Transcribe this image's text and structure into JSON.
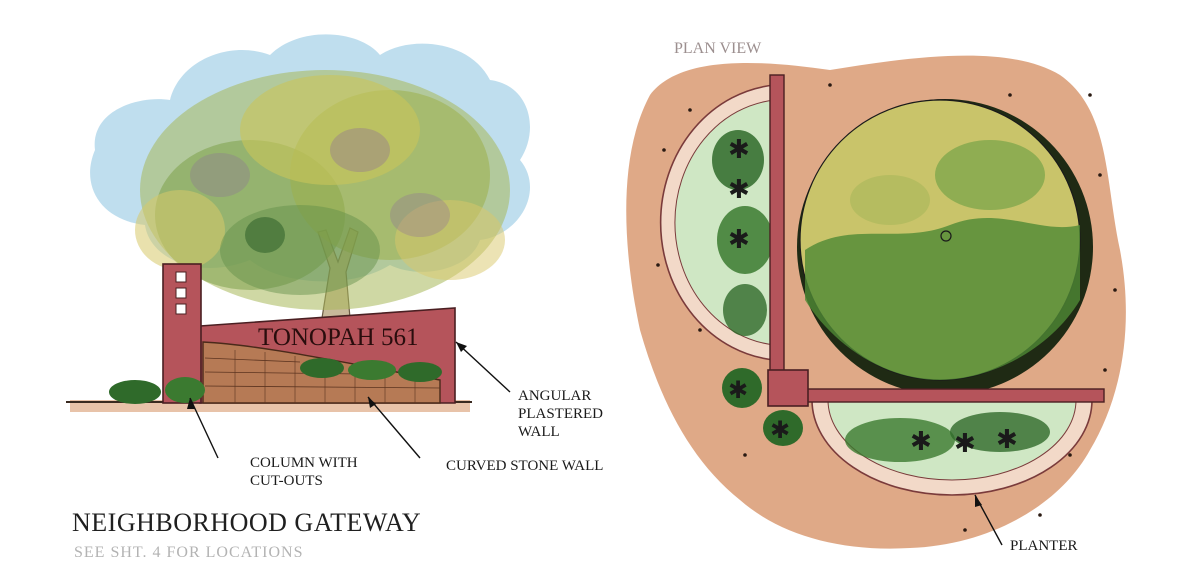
{
  "sign": {
    "text": "TONOPAH 561"
  },
  "plan": {
    "heading": "PLAN VIEW"
  },
  "callouts": {
    "angular_wall": [
      "ANGULAR",
      "PLASTERED",
      "WALL"
    ],
    "column": [
      "COLUMN WITH",
      "CUT-OUTS"
    ],
    "stone_wall": "CURVED STONE WALL",
    "planter": "PLANTER"
  },
  "title": {
    "main": "NEIGHBORHOOD GATEWAY",
    "sub": "SEE SHT. 4 FOR LOCATIONS"
  },
  "colors": {
    "wall_plaster": "#b5545b",
    "stone": "#b67a55",
    "ground": "#d99a72",
    "foliage": "#6e9a3a",
    "sky_wash": "#a9d3e8",
    "planter_fill": "#cfe7c4"
  }
}
